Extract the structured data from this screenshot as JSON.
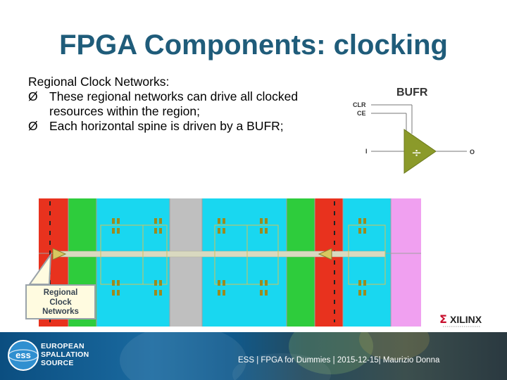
{
  "slide": {
    "title": "FPGA Components: clocking",
    "intro": "Regional Clock Networks:",
    "bullet_mark": "Ø",
    "bullets": [
      "These regional networks can drive all clocked resources within the region;",
      "Each horizontal spine is driven by a BUFR;"
    ]
  },
  "bufr_diagram": {
    "title": "BUFR",
    "port_clr": "CLR",
    "port_ce": "CE",
    "port_i": "I",
    "port_o": "O",
    "symbol": "÷",
    "fill_color": "#8b9a2a"
  },
  "fpga_diagram": {
    "callout_lines": [
      "Regional",
      "Clock",
      "Networks"
    ],
    "colors": {
      "red": "#e8321e",
      "green": "#2ecc3c",
      "cyan": "#19d7f0",
      "gray": "#bfbfbf",
      "pink": "#f0a0f0",
      "spine": "#d9d9c0",
      "driver": "#d8c860"
    }
  },
  "xilinx_logo": {
    "text": "XILINX",
    "mark": "Σ"
  },
  "footer": {
    "org_name": [
      "EUROPEAN",
      "SPALLATION",
      "SOURCE"
    ],
    "logo_text": "ess",
    "caption": "ESS | FPGA for Dummies | 2015-12-15| Maurizio Donna"
  }
}
